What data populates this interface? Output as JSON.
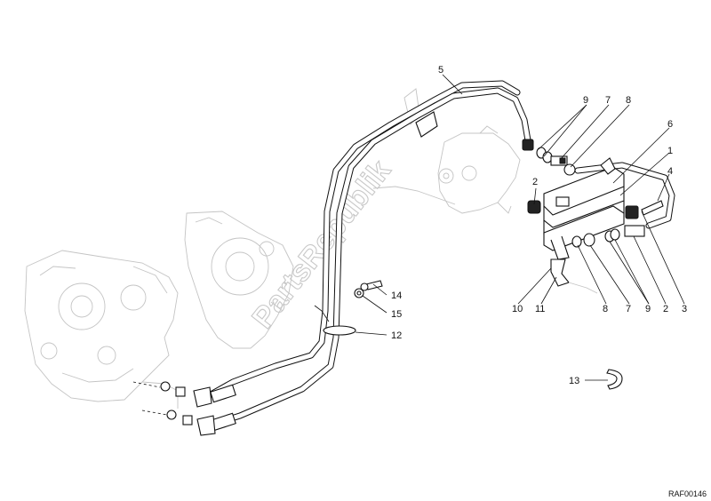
{
  "diagram": {
    "watermark": "PartsRepublik",
    "reference_code": "RAF00146",
    "callouts": {
      "c1": "1",
      "c2a": "2",
      "c2b": "2",
      "c3": "3",
      "c4": "4",
      "c5": "5",
      "c6": "6",
      "c7a": "7",
      "c7b": "7",
      "c8a": "8",
      "c8b": "8",
      "c9a": "9",
      "c9b": "9",
      "c10": "10",
      "c11": "11",
      "c12": "12",
      "c13": "13",
      "c14": "14",
      "c15": "15"
    }
  }
}
